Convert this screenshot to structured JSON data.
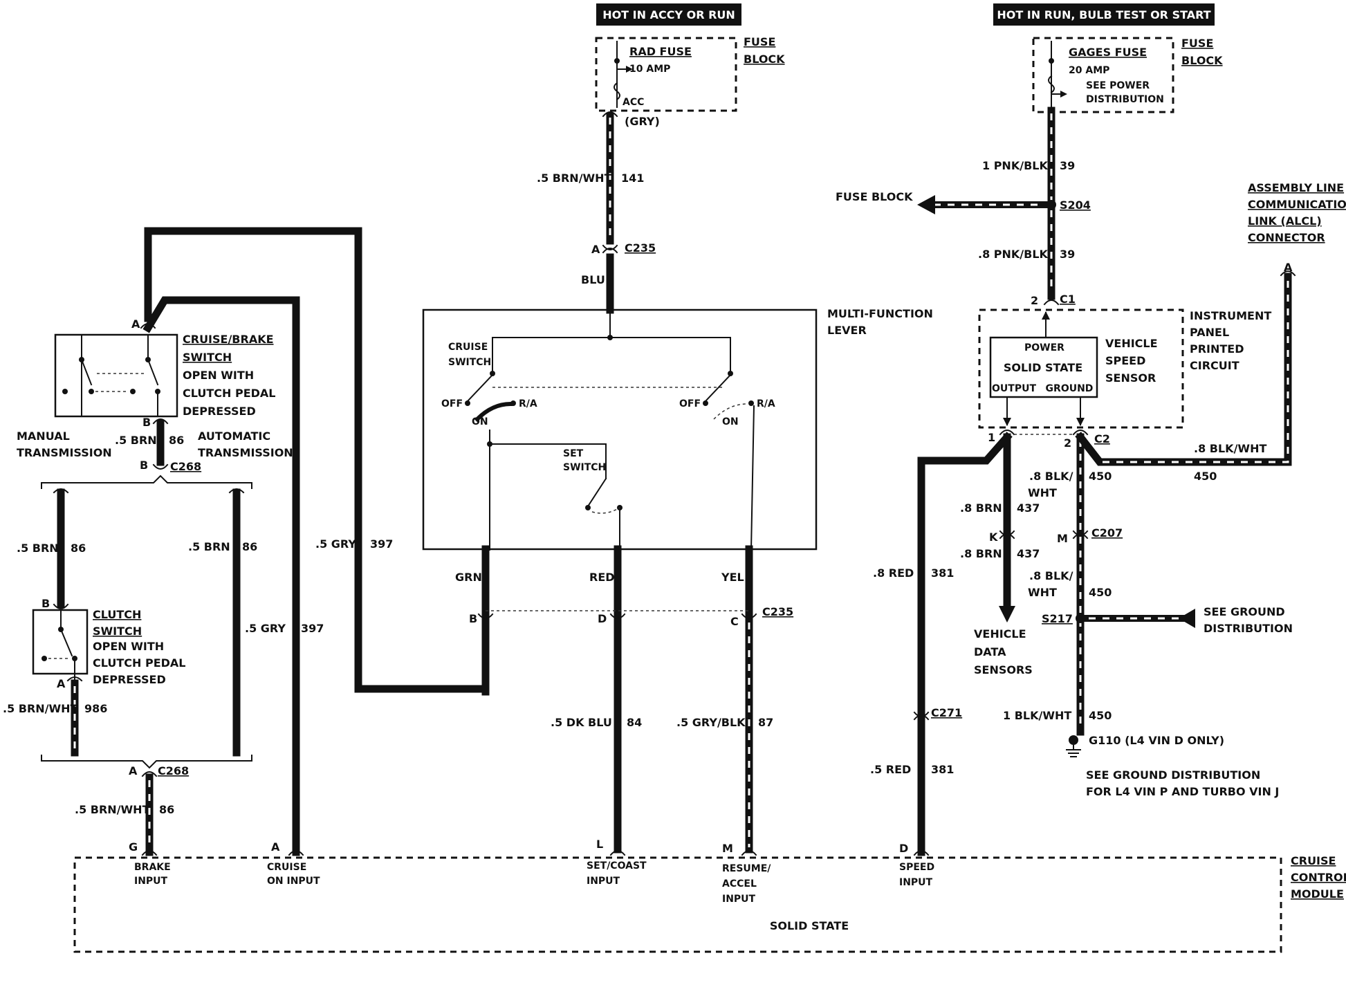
{
  "power_headers": {
    "left": "HOT IN ACCY OR RUN",
    "right": "HOT IN RUN, BULB TEST OR START"
  },
  "fuse_blocks": {
    "rad": {
      "name": "RAD FUSE",
      "rating": "10 AMP",
      "terminal": "ACC",
      "block_label_1": "FUSE",
      "block_label_2": "BLOCK",
      "wire_color": "(GRY)"
    },
    "gages": {
      "name": "GAGES FUSE",
      "rating": "20 AMP",
      "note_1": "SEE POWER",
      "note_2": "DISTRIBUTION",
      "block_label_1": "FUSE",
      "block_label_2": "BLOCK"
    }
  },
  "wires": {
    "w141": {
      "gauge": ".5 BRN/WHT",
      "circuit": "141"
    },
    "blu": "BLU",
    "w39_top": {
      "gauge": "1 PNK/BLK",
      "circuit": "39"
    },
    "w39_bot": {
      "gauge": ".8 PNK/BLK",
      "circuit": "39"
    },
    "w86_sw": {
      "gauge": ".5 BRN",
      "circuit": "86"
    },
    "w86_man": {
      "gauge": ".5 BRN",
      "circuit": "86"
    },
    "w86_auto": {
      "gauge": ".5 BRN",
      "circuit": "86"
    },
    "w986": {
      "gauge": ".5 BRN/WHT",
      "circuit": "986"
    },
    "w86_bot": {
      "gauge": ".5 BRN/WHT",
      "circuit": "86"
    },
    "w397_a": {
      "gauge": ".5 GRY",
      "circuit": "397"
    },
    "w397_b": {
      "gauge": ".5 GRY",
      "circuit": "397"
    },
    "grn": "GRN",
    "red": "RED",
    "yel": "YEL",
    "w84": {
      "gauge": ".5 DK BLU",
      "circuit": "84"
    },
    "w87": {
      "gauge": ".5 GRY/BLK",
      "circuit": "87"
    },
    "w381_top": {
      "gauge": ".8 RED",
      "circuit": "381"
    },
    "w381_bot": {
      "gauge": ".5 RED",
      "circuit": "381"
    },
    "w437_a": {
      "gauge": ".8 BRN",
      "circuit": "437"
    },
    "w437_b": {
      "gauge": ".8 BRN",
      "circuit": "437"
    },
    "w450_a_1": ".8 BLK/",
    "w450_a_2": "WHT",
    "w450_a_num": "450",
    "w450_b_1": ".8 BLK/",
    "w450_b_2": "WHT",
    "w450_b_num": "450",
    "w450_alcl": {
      "gauge": ".8 BLK/WHT",
      "circuit": "450"
    },
    "w450_gnd": {
      "gauge": "1 BLK/WHT",
      "circuit": "450"
    }
  },
  "connectors": {
    "c235": "C235",
    "c235_b": "C235",
    "c268_top": "C268",
    "c268_bot": "C268",
    "c1": "C1",
    "c2": "C2",
    "c207": "C207",
    "c271": "C271",
    "s204": "S204",
    "s217": "S217",
    "g110": "G110 (L4 VIN D ONLY)"
  },
  "pins": {
    "a_c235": "A",
    "b_c235": "B",
    "d_c235": "D",
    "c_c235": "C",
    "a_cbs": "A",
    "b_cbs": "B",
    "b_c268": "B",
    "b_clutch": "B",
    "a_clutch": "A",
    "a_c268": "A",
    "pin2_c1": "2",
    "pin1_c2": "1",
    "pin2_c2": "2",
    "k_c207": "K",
    "m_c207": "M",
    "ccm_g": "G",
    "ccm_a": "A",
    "ccm_l": "L",
    "ccm_m": "M",
    "ccm_d": "D",
    "alcl_a": "A"
  },
  "components": {
    "cruise_brake": [
      "CRUISE/BRAKE",
      "SWITCH",
      "OPEN WITH",
      "CLUTCH PEDAL",
      "DEPRESSED"
    ],
    "clutch": [
      "CLUTCH",
      "SWITCH",
      "OPEN WITH",
      "CLUTCH PEDAL",
      "DEPRESSED"
    ],
    "manual": [
      "MANUAL",
      "TRANSMISSION"
    ],
    "automatic": [
      "AUTOMATIC",
      "TRANSMISSION"
    ],
    "mfl": [
      "MULTI-FUNCTION",
      "LEVER"
    ],
    "cruise_switch": [
      "CRUISE",
      "SWITCH"
    ],
    "set_switch": [
      "SET",
      "SWITCH"
    ],
    "off": "OFF",
    "on": "ON",
    "ra": "R/A",
    "off2": "OFF",
    "on2": "ON",
    "ra2": "R/A",
    "ipc": [
      "INSTRUMENT",
      "PANEL",
      "PRINTED",
      "CIRCUIT"
    ],
    "vss": [
      "VEHICLE",
      "SPEED",
      "SENSOR"
    ],
    "vss_inner": {
      "power": "POWER",
      "ss": "SOLID STATE",
      "output": "OUTPUT",
      "ground": "GROUND"
    },
    "alcl": [
      "ASSEMBLY LINE",
      "COMMUNICATION",
      "LINK (ALCL)",
      "CONNECTOR"
    ],
    "fuse_block_arrow": "FUSE BLOCK",
    "vds": [
      "VEHICLE",
      "DATA",
      "SENSORS"
    ],
    "see_ground": [
      "SEE GROUND",
      "DISTRIBUTION"
    ],
    "ground_note": [
      "SEE GROUND DISTRIBUTION",
      "FOR L4 VIN P AND TURBO VIN J"
    ],
    "ccm": [
      "CRUISE",
      "CONTROL",
      "MODULE"
    ],
    "ccm_ss": "SOLID STATE",
    "inputs": {
      "brake": [
        "BRAKE",
        "INPUT"
      ],
      "cruise_on": [
        "CRUISE",
        "ON INPUT"
      ],
      "set_coast": [
        "SET/COAST",
        "INPUT"
      ],
      "resume": [
        "RESUME/",
        "ACCEL",
        "INPUT"
      ],
      "speed": [
        "SPEED",
        "INPUT"
      ]
    }
  }
}
